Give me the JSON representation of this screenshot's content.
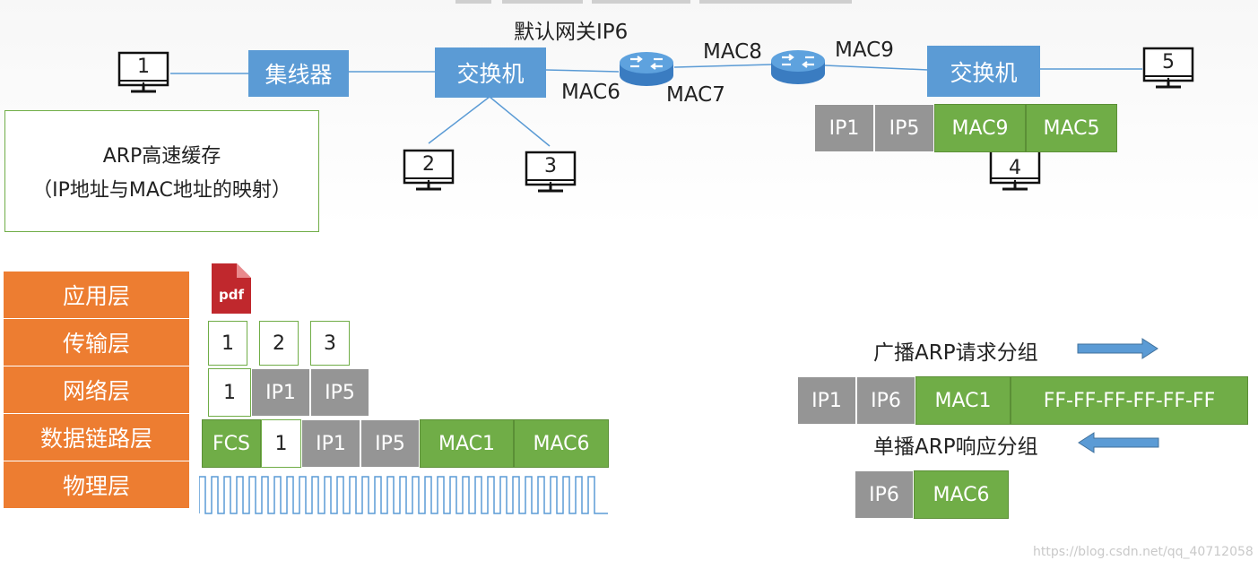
{
  "network": {
    "gateway_label": "默认网关IP6",
    "hub_label": "集线器",
    "switch1_label": "交换机",
    "switch2_label": "交换机",
    "mac6": "MAC6",
    "mac7": "MAC7",
    "mac8": "MAC8",
    "mac9": "MAC9",
    "hosts": [
      "1",
      "2",
      "3",
      "4",
      "5"
    ]
  },
  "arp_cache": {
    "line1": "ARP高速缓存",
    "line2": "（IP地址与MAC地址的映射）"
  },
  "frame_top": [
    "IP1",
    "IP5",
    "MAC9",
    "MAC5"
  ],
  "layers": [
    "应用层",
    "传输层",
    "网络层",
    "数据链路层",
    "物理层"
  ],
  "app_icon_label": "pdf",
  "transport_segments": [
    "1",
    "2",
    "3"
  ],
  "network_packet": [
    "1",
    "IP1",
    "IP5"
  ],
  "link_frame": [
    "FCS",
    "1",
    "IP1",
    "IP5",
    "MAC1",
    "MAC6"
  ],
  "arp": {
    "broadcast_label": "广播ARP请求分组",
    "request": [
      "IP1",
      "IP6",
      "MAC1",
      "FF-FF-FF-FF-FF-FF"
    ],
    "unicast_label": "单播ARP响应分组",
    "reply": [
      "IP6",
      "MAC6"
    ]
  },
  "watermark": "https://blog.csdn.net/qq_40712058",
  "colors": {
    "blue": "#5b9bd5",
    "orange": "#ed7d31",
    "green": "#70ad47",
    "gray": "#959595",
    "signal": "#5b9bd5"
  }
}
